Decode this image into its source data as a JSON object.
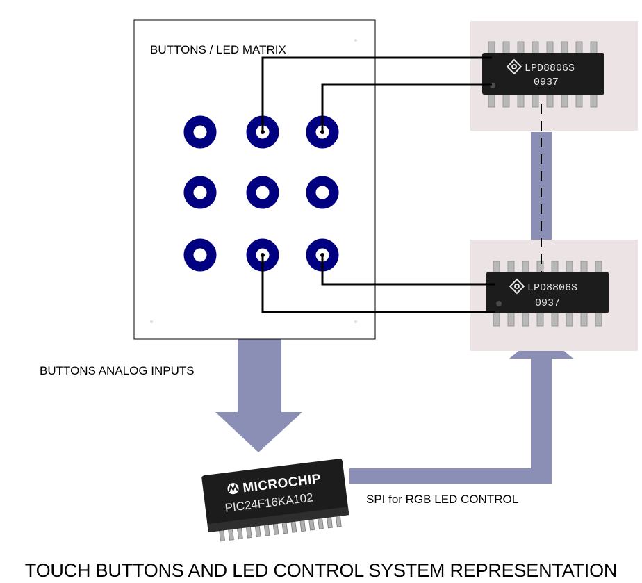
{
  "matrix": {
    "title": "BUTTONS / LED MATRIX",
    "grid": {
      "rows": 3,
      "cols": 3
    }
  },
  "led_driver_top": {
    "part": "LPD8806S",
    "code": "0937",
    "icon": "chip-logo-icon"
  },
  "led_driver_bottom": {
    "part": "LPD8806S",
    "code": "0937",
    "icon": "chip-logo-icon"
  },
  "mcu": {
    "brand": "MICROCHIP",
    "part": "PIC24F16KA102",
    "icon": "microchip-logo-icon"
  },
  "flows": {
    "analog_inputs": "BUTTONS ANALOG INPUTS",
    "spi": "SPI for RGB LED CONTROL"
  },
  "title": "TOUCH BUTTONS AND LED CONTROL SYSTEM REPRESENTATION",
  "colors": {
    "button_ring": "#000080",
    "flow_arrow": "#8c8fb5",
    "wire": "#000000",
    "chip_body": "#1c1c1c",
    "chip_photo_bg": "#ece4e4"
  }
}
